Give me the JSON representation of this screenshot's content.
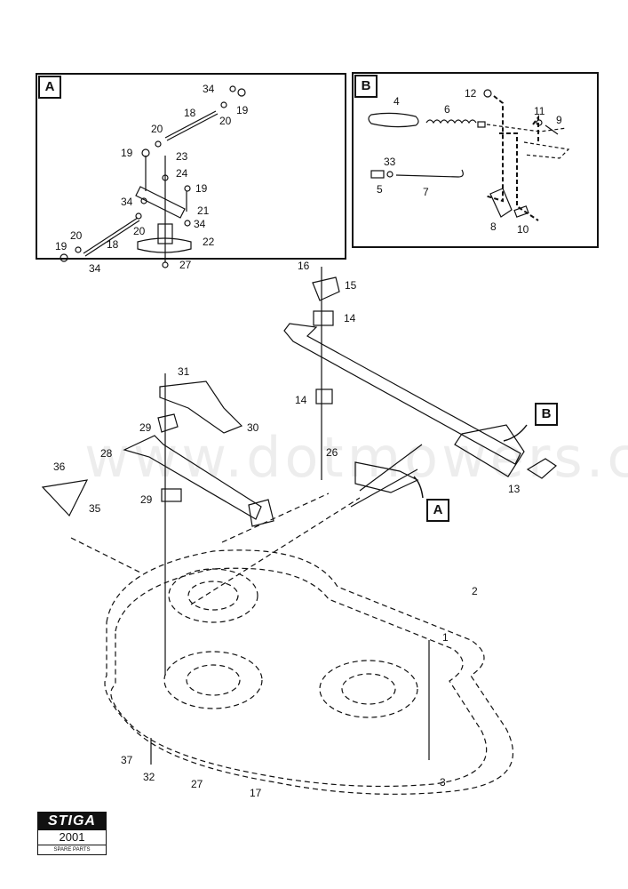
{
  "diagram": {
    "title": "Cutting deck lift linkage – exploded parts view",
    "watermark": "www.dotmowers.co.uk",
    "insets": [
      {
        "tag": "A",
        "callouts": [
          "34",
          "19",
          "18",
          "20",
          "20",
          "19",
          "23",
          "24",
          "19",
          "34",
          "21",
          "34",
          "20",
          "20",
          "18",
          "19",
          "34",
          "22",
          "27"
        ]
      },
      {
        "tag": "B",
        "callouts": [
          "12",
          "4",
          "6",
          "11",
          "9",
          "33",
          "5",
          "7",
          "8",
          "10"
        ]
      }
    ],
    "main_callouts": [
      "16",
      "15",
      "14",
      "14",
      "31",
      "29",
      "30",
      "28",
      "36",
      "35",
      "29",
      "26",
      "13",
      "1",
      "2",
      "37",
      "32",
      "27",
      "17",
      "3"
    ],
    "inset_pointers": [
      "A",
      "B"
    ],
    "logo": {
      "brand": "STIGA",
      "year": "2001",
      "subtitle": "SPARE PARTS"
    }
  }
}
